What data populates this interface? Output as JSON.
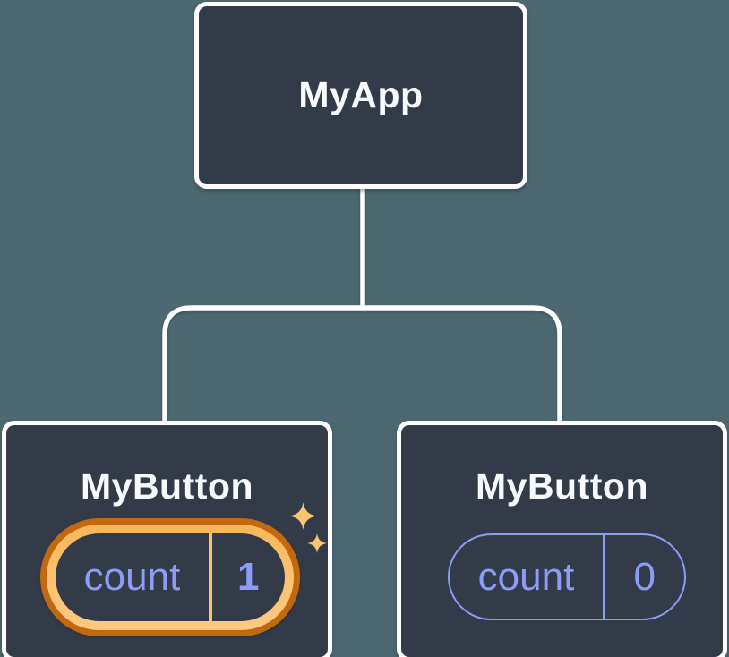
{
  "diagram": {
    "root": {
      "label": "MyApp"
    },
    "children": [
      {
        "label": "MyButton",
        "state": {
          "name": "count",
          "value": "1"
        },
        "highlighted": true
      },
      {
        "label": "MyButton",
        "state": {
          "name": "count",
          "value": "0"
        },
        "highlighted": false
      }
    ],
    "icons": {
      "sparkle_icon": "✦"
    },
    "colors": {
      "background": "#4C6972",
      "node_fill": "#343B48",
      "node_border": "#FFFFFF",
      "node_text": "#F8F9FB",
      "state_text": "#8B9DF8",
      "pill_outline": "#8B9DF8",
      "highlight_gold": "#FBC16F",
      "highlight_dark_orange": "#C2690F",
      "sparkle": "#F8C571",
      "connector": "#FFFFFF"
    }
  }
}
